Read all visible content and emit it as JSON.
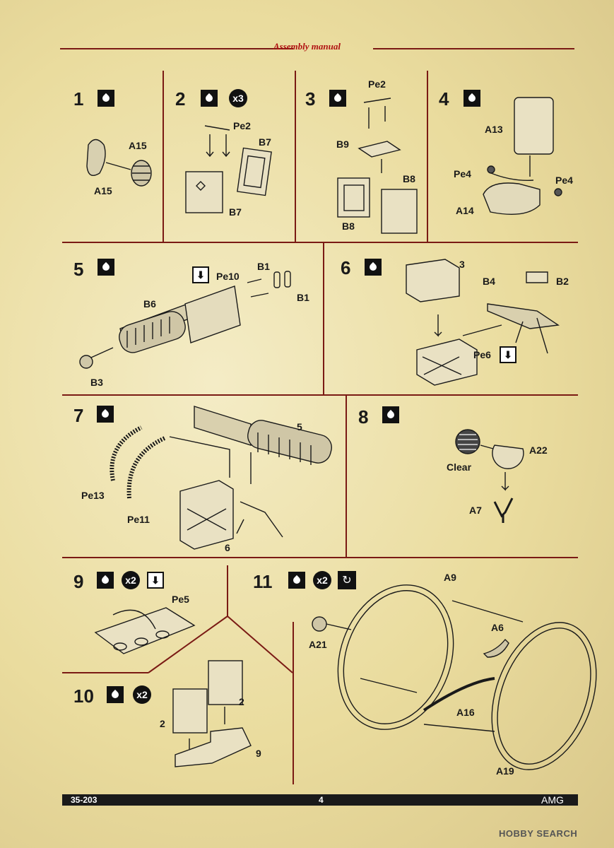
{
  "header": {
    "title": "Assembly manual"
  },
  "steps": {
    "s1": {
      "num": "1",
      "labels": [
        "A15",
        "A15"
      ]
    },
    "s2": {
      "num": "2",
      "mult": "x3",
      "labels": [
        "Pe2",
        "B7",
        "B7"
      ]
    },
    "s3": {
      "num": "3",
      "labels": [
        "Pe2",
        "B9",
        "B8",
        "B8"
      ]
    },
    "s4": {
      "num": "4",
      "labels": [
        "A13",
        "Pe4",
        "Pe4",
        "A14"
      ]
    },
    "s5": {
      "num": "5",
      "labels": [
        "Pe10",
        "B1",
        "B1",
        "B6",
        "B3"
      ]
    },
    "s6": {
      "num": "6",
      "labels": [
        "3",
        "B4",
        "B2",
        "Pe6"
      ]
    },
    "s7": {
      "num": "7",
      "labels": [
        "5",
        "Pe13",
        "Pe11",
        "6"
      ]
    },
    "s8": {
      "num": "8",
      "labels": [
        "A22",
        "Clear",
        "A7"
      ]
    },
    "s9": {
      "num": "9",
      "mult": "x2",
      "labels": [
        "Pe5"
      ]
    },
    "s10": {
      "num": "10",
      "mult": "x2",
      "labels": [
        "2",
        "2",
        "9"
      ]
    },
    "s11": {
      "num": "11",
      "mult": "x2",
      "labels": [
        "A9",
        "A6",
        "A21",
        "A16",
        "A19"
      ]
    }
  },
  "icons": {
    "glue": "glue-drop-icon",
    "multiply": "multiply-badge-icon",
    "photo_etch": "photo-etch-icon",
    "bend": "bend-icon"
  },
  "footer": {
    "code": "35-203",
    "page": "4",
    "brand": "AMG"
  },
  "watermark": "HOBBY SEARCH",
  "colors": {
    "rule": "#7a1a14",
    "title": "#b01010",
    "ink": "#1a1a1a"
  }
}
